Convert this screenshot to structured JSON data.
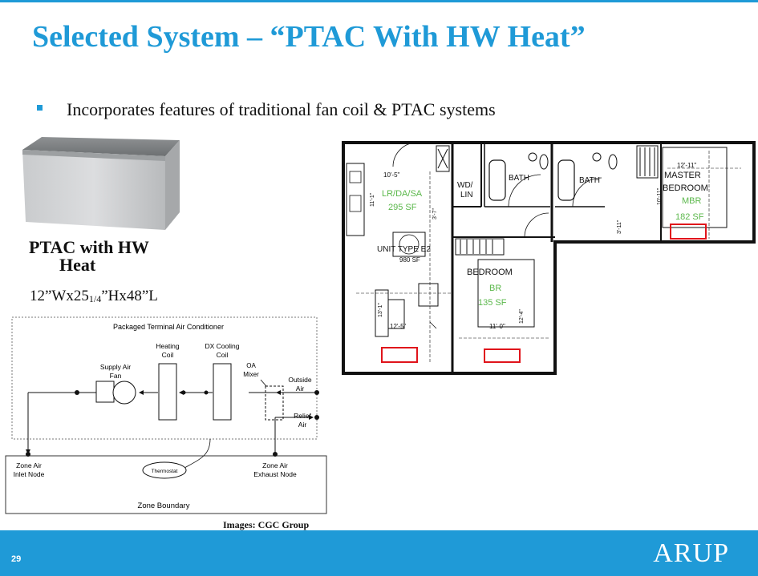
{
  "slide": {
    "title": "Selected System – “PTAC With HW Heat”",
    "bullet": "Incorporates features of traditional fan coil & PTAC systems",
    "product_caption_line1": "PTAC with HW",
    "product_caption_line2": "Heat",
    "dims_a": "12”Wx25",
    "dims_frac": "1/4",
    "dims_b": "”Hx48”L",
    "credit": "Images: CGC Group",
    "page_number": "29",
    "logo": "ARUP"
  },
  "diagram": {
    "title": "Packaged Terminal Air Conditioner",
    "heating_coil_1": "Heating",
    "heating_coil_2": "Coil",
    "cooling_coil_1": "DX Cooling",
    "cooling_coil_2": "Coil",
    "fan_1": "Supply Air",
    "fan_2": "Fan",
    "mixer_1": "OA",
    "mixer_2": "Mixer",
    "outside_1": "Outside",
    "outside_2": "Air",
    "relief_1": "Relief",
    "relief_2": "Air",
    "inlet_1": "Zone Air",
    "inlet_2": "Inlet Node",
    "exhaust_1": "Zone Air",
    "exhaust_2": "Exhaust Node",
    "thermostat": "Thermostat",
    "zone_boundary": "Zone Boundary"
  },
  "floorplan": {
    "lr_label": "LR/DA/SA",
    "lr_area": "295 SF",
    "lr_dim": "10'-5\"",
    "wd": "WD/",
    "lin": "LIN",
    "bath1": "BATH",
    "bath2": "BATH",
    "master_dim": "12'-11\"",
    "master1": "MASTER",
    "master2": "BEDROOM",
    "mbr": "MBR",
    "mbr_area": "182 SF",
    "unit_type": "UNIT TYPE E2",
    "unit_area": "980 SF",
    "bed_label": "BEDROOM",
    "br": "BR",
    "br_area": "135 SF",
    "dim_12_5": "12'-5\"",
    "dim_11_0": "11'-0\"",
    "dim_3_7": "3'-7\"",
    "dim_3_11": "3'-11\"",
    "dim_10_11": "10'-11\"",
    "dim_11_1": "11'-1\"",
    "dim_12_4": "12'-4\"",
    "dim_13_1": "13'-1\""
  },
  "colors": {
    "accent": "#1f9ad7",
    "plan_green": "#5cb84c",
    "highlight_red": "#e0141b"
  }
}
